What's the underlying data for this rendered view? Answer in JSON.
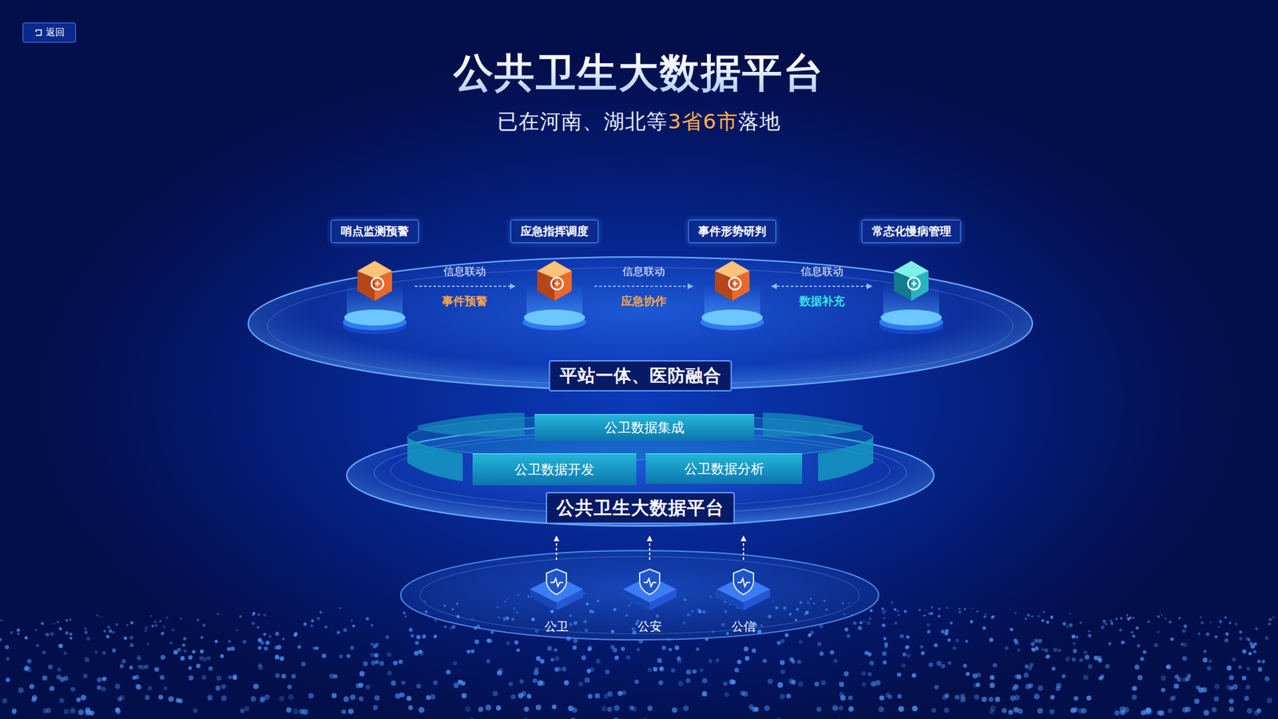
{
  "diagram": {
    "title": "公共卫生大数据平台",
    "nodes": [
      {
        "text": [
          "返回"
        ]
      },
      {
        "text": [
          "平站一体、医防融合"
        ]
      },
      {
        "text": [
          "哨点监测预警"
        ],
        "in": 1
      },
      {
        "text": [
          "应急指挥调度"
        ],
        "in": 1
      },
      {
        "text": [
          "事件形势研判"
        ],
        "in": 1
      },
      {
        "text": [
          "常态化慢病管理"
        ],
        "in": 1
      },
      {
        "text": [
          "公共卫生大数据平台"
        ]
      },
      {
        "text": [
          "公卫数据集成"
        ],
        "in": 6
      },
      {
        "text": [
          "公卫数据开发"
        ],
        "in": 6
      },
      {
        "text": [
          "公卫数据分析"
        ],
        "in": 6
      },
      {
        "text": [
          "公卫"
        ]
      },
      {
        "text": [
          "公安"
        ]
      },
      {
        "text": [
          "公信"
        ]
      }
    ],
    "edges": [
      {
        "from": 2,
        "to": 3,
        "arrow": "to",
        "label": "信息联动"
      },
      {
        "from": 3,
        "to": 4,
        "arrow": "to",
        "label": "信息联动"
      },
      {
        "from": 4,
        "to": 5,
        "arrow": "both",
        "label": "信息联动"
      },
      {
        "from": 10,
        "to": 6,
        "arrow": "to"
      },
      {
        "from": 11,
        "to": 6,
        "arrow": "to"
      },
      {
        "from": 12,
        "to": 6,
        "arrow": "to"
      }
    ],
    "labels": [
      "已在河南、湖北等",
      "3省6市",
      "落地",
      "事件预警",
      "应急协作",
      "数据补充"
    ]
  }
}
